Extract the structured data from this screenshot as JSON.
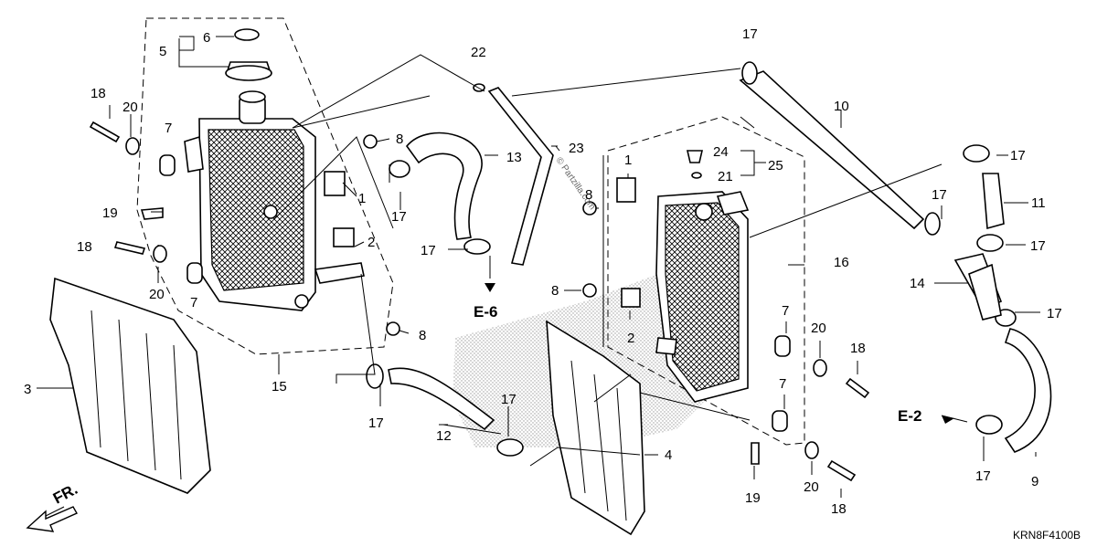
{
  "diagram": {
    "drawing_code": "KRN8F4100B",
    "watermark": "© Partzilla.com",
    "direction_label": "FR.",
    "references": [
      "E-6",
      "E-2"
    ],
    "callouts": {
      "c1a": "1",
      "c1b": "1",
      "c2a": "2",
      "c2b": "2",
      "c3": "3",
      "c4": "4",
      "c5": "5",
      "c6": "6",
      "c7a": "7",
      "c7b": "7",
      "c7c": "7",
      "c7d": "7",
      "c8a": "8",
      "c8b": "8",
      "c8c": "8",
      "c8d": "8",
      "c9": "9",
      "c10": "10",
      "c11": "11",
      "c12": "12",
      "c13": "13",
      "c14": "14",
      "c15": "15",
      "c16": "16",
      "c17a": "17",
      "c17b": "17",
      "c17c": "17",
      "c17d": "17",
      "c17e": "17",
      "c17f": "17",
      "c17g": "17",
      "c17h": "17",
      "c17i": "17",
      "c17j": "17",
      "c18a": "18",
      "c18b": "18",
      "c18c": "18",
      "c18d": "18",
      "c19a": "19",
      "c19b": "19",
      "c20a": "20",
      "c20b": "20",
      "c20c": "20",
      "c20d": "20",
      "c21": "21",
      "c22": "22",
      "c23": "23",
      "c24": "24",
      "c25": "25"
    }
  }
}
